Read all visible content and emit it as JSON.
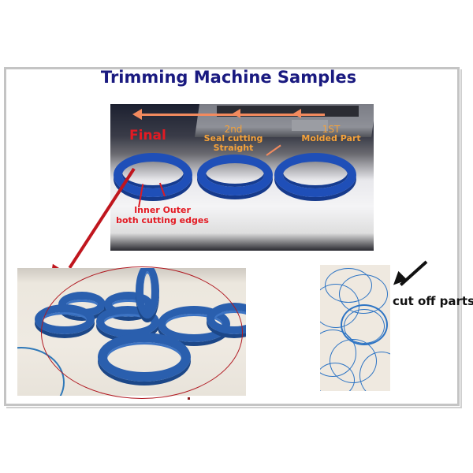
{
  "slide": {
    "title": "Trimming Machine Samples",
    "colors": {
      "title": "#1a1a80",
      "frame_border": "#c4c4c4",
      "seal_blue": "#1f4fb8",
      "annotation_red": "#e31a23",
      "annotation_orange": "#f5a23a",
      "arrow_dark_red": "#c0161e",
      "callout_black": "#111111"
    }
  },
  "top_photo": {
    "labels": {
      "final": "Final",
      "second_step": "2nd",
      "second_desc_line1": "Seal cutting",
      "second_desc_line2": "Straight",
      "first_step": "1ST",
      "first_desc": "Molded Part",
      "edges_line1": "Inner Outer",
      "edges_line2": "both cutting edges"
    },
    "process_arrow_direction": "right-to-left",
    "rings": [
      "final-trimmed-seal",
      "seal-cut-straight",
      "molded-part"
    ]
  },
  "bottom_left_photo": {
    "description": "pile of finished blue trimmed seals, circled in red"
  },
  "bottom_right_photo": {
    "callout": "cut off parts",
    "description": "thin blue cut-off rings"
  }
}
